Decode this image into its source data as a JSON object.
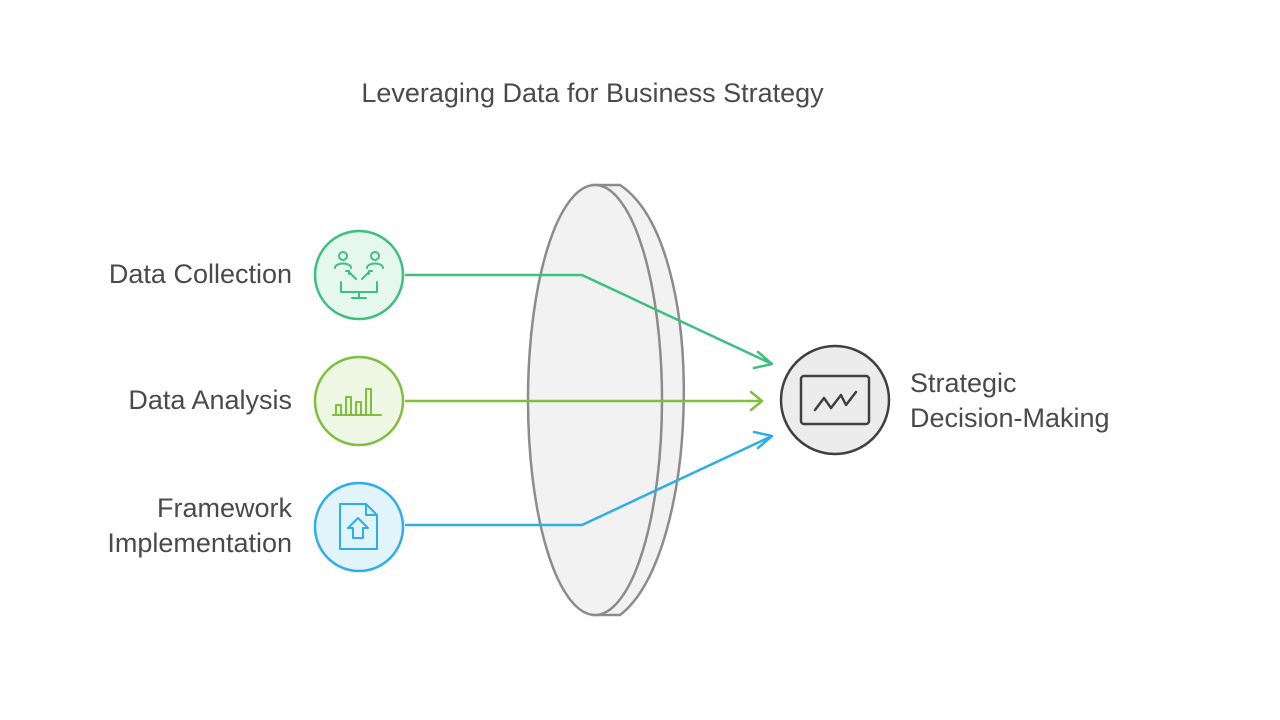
{
  "diagram": {
    "title": "Leveraging Data for Business Strategy",
    "inputs": [
      {
        "id": "data-collection",
        "lines": [
          "Data Collection"
        ],
        "icon": "people-network-icon",
        "color": "#3dbf7f",
        "fill": "#e6f7ee"
      },
      {
        "id": "data-analysis",
        "lines": [
          "Data Analysis"
        ],
        "icon": "bar-chart-icon",
        "color": "#7fbf3d",
        "fill": "#eef7e3"
      },
      {
        "id": "framework-implementation",
        "lines": [
          "Framework",
          "Implementation"
        ],
        "icon": "document-upload-icon",
        "color": "#2eaee6",
        "fill": "#e1f3fb"
      }
    ],
    "output": {
      "id": "strategic-decision-making",
      "lines": [
        "Strategic",
        "Decision-Making"
      ],
      "icon": "line-chart-monitor-icon",
      "color": "#404040",
      "fill": "#ececec"
    },
    "lens": {
      "stroke": "#8c8c8c",
      "fill": "#f2f2f2"
    }
  }
}
